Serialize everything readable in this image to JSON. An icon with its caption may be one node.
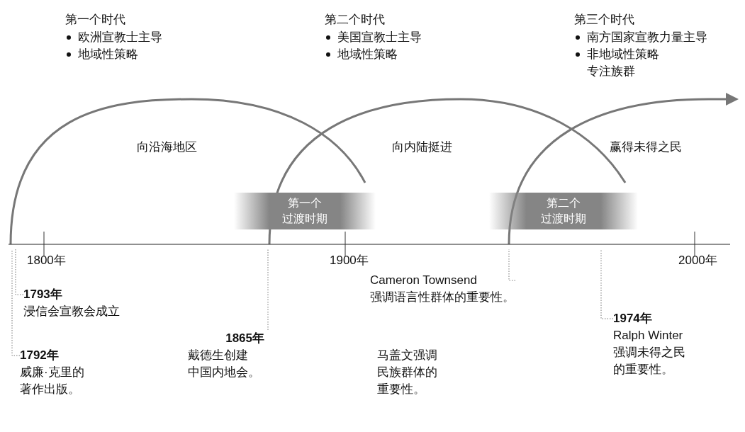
{
  "diagram": {
    "nodes": [
      {
        "text": [
          "1793年",
          "浸信会宣教会成立"
        ]
      },
      {
        "text": [
          "1792年",
          "威廉·克里的著作出版。"
        ]
      },
      {
        "text": [
          "1865年",
          "戴德生创建中国内地会。"
        ]
      },
      {
        "text": [
          "Cameron Townsend",
          "强调语言性群体的重要性。"
        ]
      },
      {
        "text": [
          "1974年",
          "Ralph Winter",
          "强调未得之民的重要性。"
        ]
      }
    ],
    "edges": [
      {
        "from": 0,
        "to": null,
        "arrow": "none",
        "style": "dashed"
      },
      {
        "from": 1,
        "to": null,
        "arrow": "none",
        "style": "dashed"
      },
      {
        "from": 2,
        "to": null,
        "arrow": "none",
        "style": "dashed"
      },
      {
        "from": 3,
        "to": null,
        "arrow": "none",
        "style": "dashed"
      },
      {
        "from": 4,
        "to": null,
        "arrow": "none",
        "style": "dashed"
      }
    ],
    "labels": [
      "第一个时代",
      "欧洲宣教士主导",
      "地域性策略",
      "第二个时代",
      "美国宣教士主导",
      "地域性策略",
      "第三个时代",
      "南方国家宣教力量主导",
      "非地域性策略专注族群",
      "向沿海地区",
      "向内陆挺进",
      "赢得未得之民",
      "第一个过渡时期",
      "第二个过渡时期",
      "1800年",
      "1900年",
      "2000年",
      "马盖文强调民族群体的重要性。"
    ]
  }
}
